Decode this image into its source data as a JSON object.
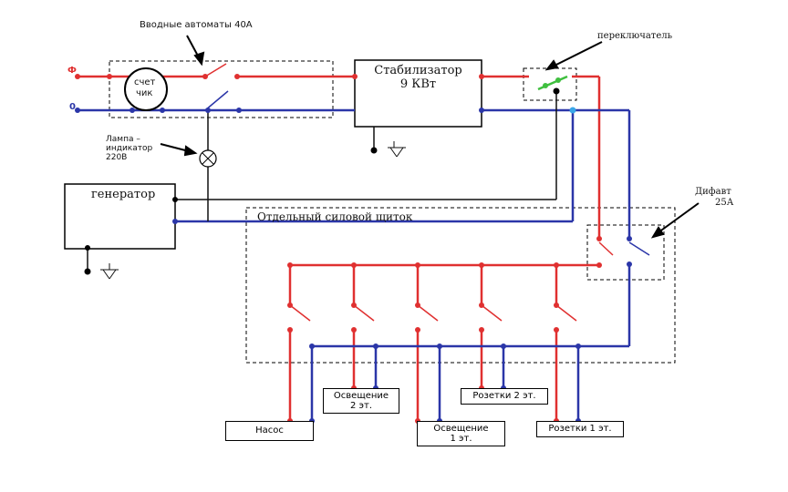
{
  "labels": {
    "input_breakers": "Вводные автоматы 40А",
    "phase": "Ф",
    "neutral": "0",
    "meter_line1": "счет",
    "meter_line2": "чик",
    "lamp_line1": "Лампа –",
    "lamp_line2": "индикатор",
    "lamp_line3": "220В",
    "stabilizer_line1": "Стабилизатор",
    "stabilizer_line2": "9 КВт",
    "switch": "переключатель",
    "generator": "генератор",
    "difav_line1": "Дифавт",
    "difav_line2": "25А",
    "panel": "Отдельный силовой щиток"
  },
  "loads": [
    {
      "id": "pump",
      "line1": "Насос",
      "line2": ""
    },
    {
      "id": "light2",
      "line1": "Освещение",
      "line2": "2 эт."
    },
    {
      "id": "light1",
      "line1": "Освещение",
      "line2": "1 эт."
    },
    {
      "id": "sockets2",
      "line1": "Розетки 2 эт.",
      "line2": ""
    },
    {
      "id": "sockets1",
      "line1": "Розетки 1 эт.",
      "line2": ""
    }
  ],
  "colors": {
    "phase": "#e03030",
    "neutral": "#2b36a8",
    "ground": "#000000",
    "switch_green": "#3fbf3f"
  }
}
